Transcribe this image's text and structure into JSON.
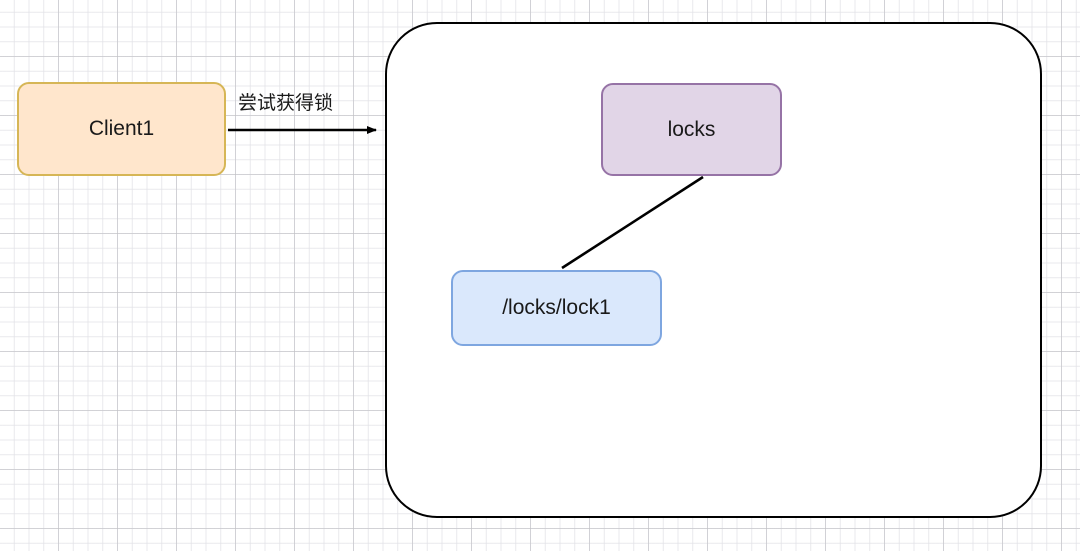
{
  "diagram": {
    "type": "flowchart",
    "background": "grid-canvas",
    "colors": {
      "client_fill": "#ffe6cc",
      "client_stroke": "#d6b656",
      "locks_fill": "#e1d5e7",
      "locks_stroke": "#9673a6",
      "lock1_fill": "#dae8fc",
      "lock1_stroke": "#7ea6e0",
      "container_stroke": "#000000",
      "edge_stroke": "#000000",
      "text": "#1a1a1a"
    },
    "nodes": {
      "client1": {
        "label": "Client1"
      },
      "container": {
        "label": ""
      },
      "locks": {
        "label": "locks"
      },
      "lock1": {
        "label": "/locks/lock1"
      }
    },
    "edges": [
      {
        "name": "client1-to-container",
        "label": "尝试获得锁",
        "from": "client1",
        "to": "container",
        "arrowhead": "filled-triangle"
      },
      {
        "name": "locks-to-lock1",
        "label": "",
        "from": "locks",
        "to": "lock1",
        "arrowhead": "none"
      }
    ]
  }
}
